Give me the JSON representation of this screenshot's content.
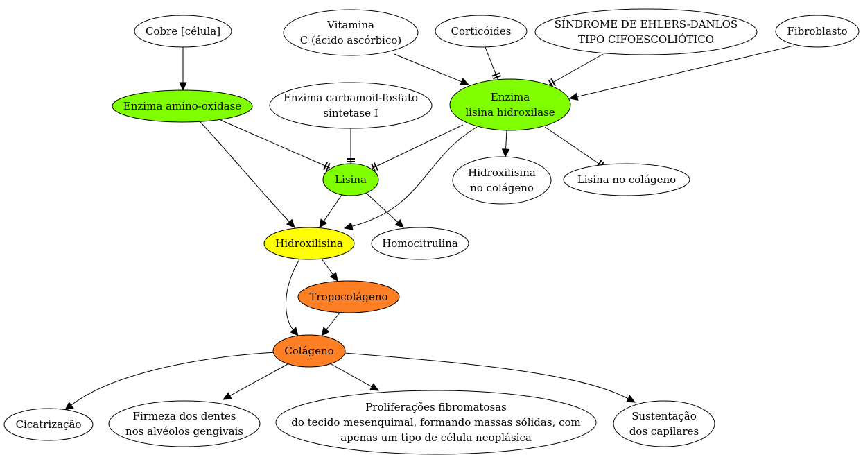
{
  "colors": {
    "green": "#7fff00",
    "yellow": "#ffff00",
    "orange": "#ff7f24",
    "white": "#ffffff",
    "stroke": "#000000"
  },
  "nodes": {
    "cobre": {
      "lines": [
        "Cobre [célula]"
      ],
      "color": "white"
    },
    "vitamina": {
      "lines": [
        "Vitamina",
        "C (ácido ascórbico)"
      ],
      "color": "white"
    },
    "corticoides": {
      "lines": [
        "Corticóides"
      ],
      "color": "white"
    },
    "sindrome": {
      "lines": [
        "SÍNDROME DE EHLERS-DANLOS",
        "TIPO CIFOESCOLIÓTICO"
      ],
      "color": "white"
    },
    "fibroblasto": {
      "lines": [
        "Fibroblasto"
      ],
      "color": "white"
    },
    "amino_oxidase": {
      "lines": [
        "Enzima amino-oxidase"
      ],
      "color": "green"
    },
    "carbamoil": {
      "lines": [
        "Enzima carbamoil-fosfato",
        "sintetase I"
      ],
      "color": "white"
    },
    "lisina_hidroxilase": {
      "lines": [
        "Enzima",
        "lisina hidroxilase"
      ],
      "color": "green"
    },
    "lisina": {
      "lines": [
        "Lisina"
      ],
      "color": "green"
    },
    "hidroxilisina_colageno": {
      "lines": [
        "Hidroxilisina",
        "no colágeno"
      ],
      "color": "white"
    },
    "lisina_colageno": {
      "lines": [
        "Lisina no colágeno"
      ],
      "color": "white"
    },
    "hidroxilisina": {
      "lines": [
        "Hidroxilisina"
      ],
      "color": "yellow"
    },
    "homocitrulina": {
      "lines": [
        "Homocitrulina"
      ],
      "color": "white"
    },
    "tropocolageno": {
      "lines": [
        "Tropocolágeno"
      ],
      "color": "orange"
    },
    "colageno": {
      "lines": [
        "Colágeno"
      ],
      "color": "orange"
    },
    "cicatrizacao": {
      "lines": [
        "Cicatrização"
      ],
      "color": "white"
    },
    "firmeza": {
      "lines": [
        "Firmeza dos dentes",
        "nos alvéolos gengivais"
      ],
      "color": "white"
    },
    "proliferacoes": {
      "lines": [
        "Proliferações fibromatosas",
        "do tecido mesenquimal, formando massas sólidas, com",
        "apenas um tipo de célula neoplásica"
      ],
      "color": "white"
    },
    "sustentacao": {
      "lines": [
        "Sustentação",
        "dos capilares"
      ],
      "color": "white"
    }
  },
  "edges": [
    {
      "from": "cobre",
      "to": "amino_oxidase",
      "kind": "arrow"
    },
    {
      "from": "vitamina",
      "to": "lisina_hidroxilase",
      "kind": "arrow"
    },
    {
      "from": "corticoides",
      "to": "lisina_hidroxilase",
      "kind": "inhibit"
    },
    {
      "from": "sindrome",
      "to": "lisina_hidroxilase",
      "kind": "inhibit"
    },
    {
      "from": "fibroblasto",
      "to": "lisina_hidroxilase",
      "kind": "arrow"
    },
    {
      "from": "amino_oxidase",
      "to": "lisina",
      "kind": "inhibit"
    },
    {
      "from": "amino_oxidase",
      "to": "hidroxilisina",
      "kind": "arrow"
    },
    {
      "from": "carbamoil",
      "to": "lisina",
      "kind": "inhibit"
    },
    {
      "from": "lisina_hidroxilase",
      "to": "lisina",
      "kind": "inhibit"
    },
    {
      "from": "lisina_hidroxilase",
      "to": "hidroxilisina",
      "kind": "arrow"
    },
    {
      "from": "lisina_hidroxilase",
      "to": "hidroxilisina_colageno",
      "kind": "arrow"
    },
    {
      "from": "lisina_hidroxilase",
      "to": "lisina_colageno",
      "kind": "inhibit"
    },
    {
      "from": "lisina",
      "to": "hidroxilisina",
      "kind": "arrow"
    },
    {
      "from": "lisina",
      "to": "homocitrulina",
      "kind": "arrow"
    },
    {
      "from": "hidroxilisina",
      "to": "tropocolageno",
      "kind": "arrow"
    },
    {
      "from": "hidroxilisina",
      "to": "colageno",
      "kind": "arrow"
    },
    {
      "from": "tropocolageno",
      "to": "colageno",
      "kind": "arrow"
    },
    {
      "from": "colageno",
      "to": "cicatrizacao",
      "kind": "arrow"
    },
    {
      "from": "colageno",
      "to": "firmeza",
      "kind": "arrow"
    },
    {
      "from": "colageno",
      "to": "proliferacoes",
      "kind": "arrow"
    },
    {
      "from": "colageno",
      "to": "sustentacao",
      "kind": "arrow"
    }
  ]
}
